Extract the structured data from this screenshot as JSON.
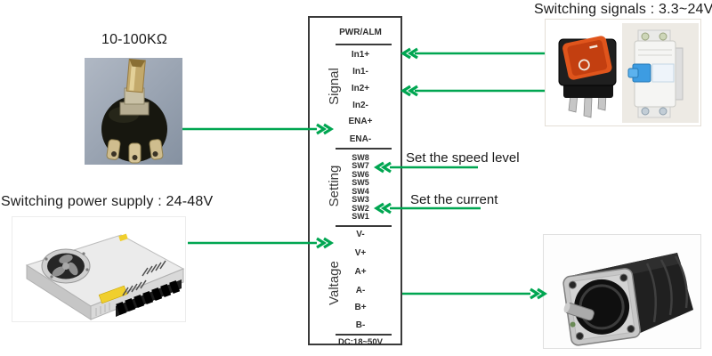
{
  "colors": {
    "accent": "#00a651",
    "panel_border": "#3a3a3a"
  },
  "annotations": {
    "pot_value": "10-100KΩ",
    "power_supply": "Switching power supply : 24-48V",
    "switching_signals": "Switching signals : 3.3~24V",
    "set_speed_level": "Set the speed level",
    "set_current": "Set the current"
  },
  "panel": {
    "sections": [
      "Signal",
      "Setting",
      "Valtage"
    ],
    "pins": [
      "PWR/ALM",
      "In1+",
      "In1-",
      "In2+",
      "In2-",
      "ENA+",
      "ENA-",
      "SW8",
      "SW7",
      "SW6",
      "SW5",
      "SW4",
      "SW3",
      "SW2",
      "SW1",
      "V-",
      "V+",
      "A+",
      "A-",
      "B+",
      "B-",
      "DC:18~50V"
    ]
  },
  "images": {
    "potentiometer": "potentiometer-photo",
    "power_supply": "power-supply-photo",
    "rocker_switch": "rocker-switch-photo",
    "circuit_breaker": "circuit-breaker-photo",
    "stepper_motor": "stepper-motor-photo"
  }
}
